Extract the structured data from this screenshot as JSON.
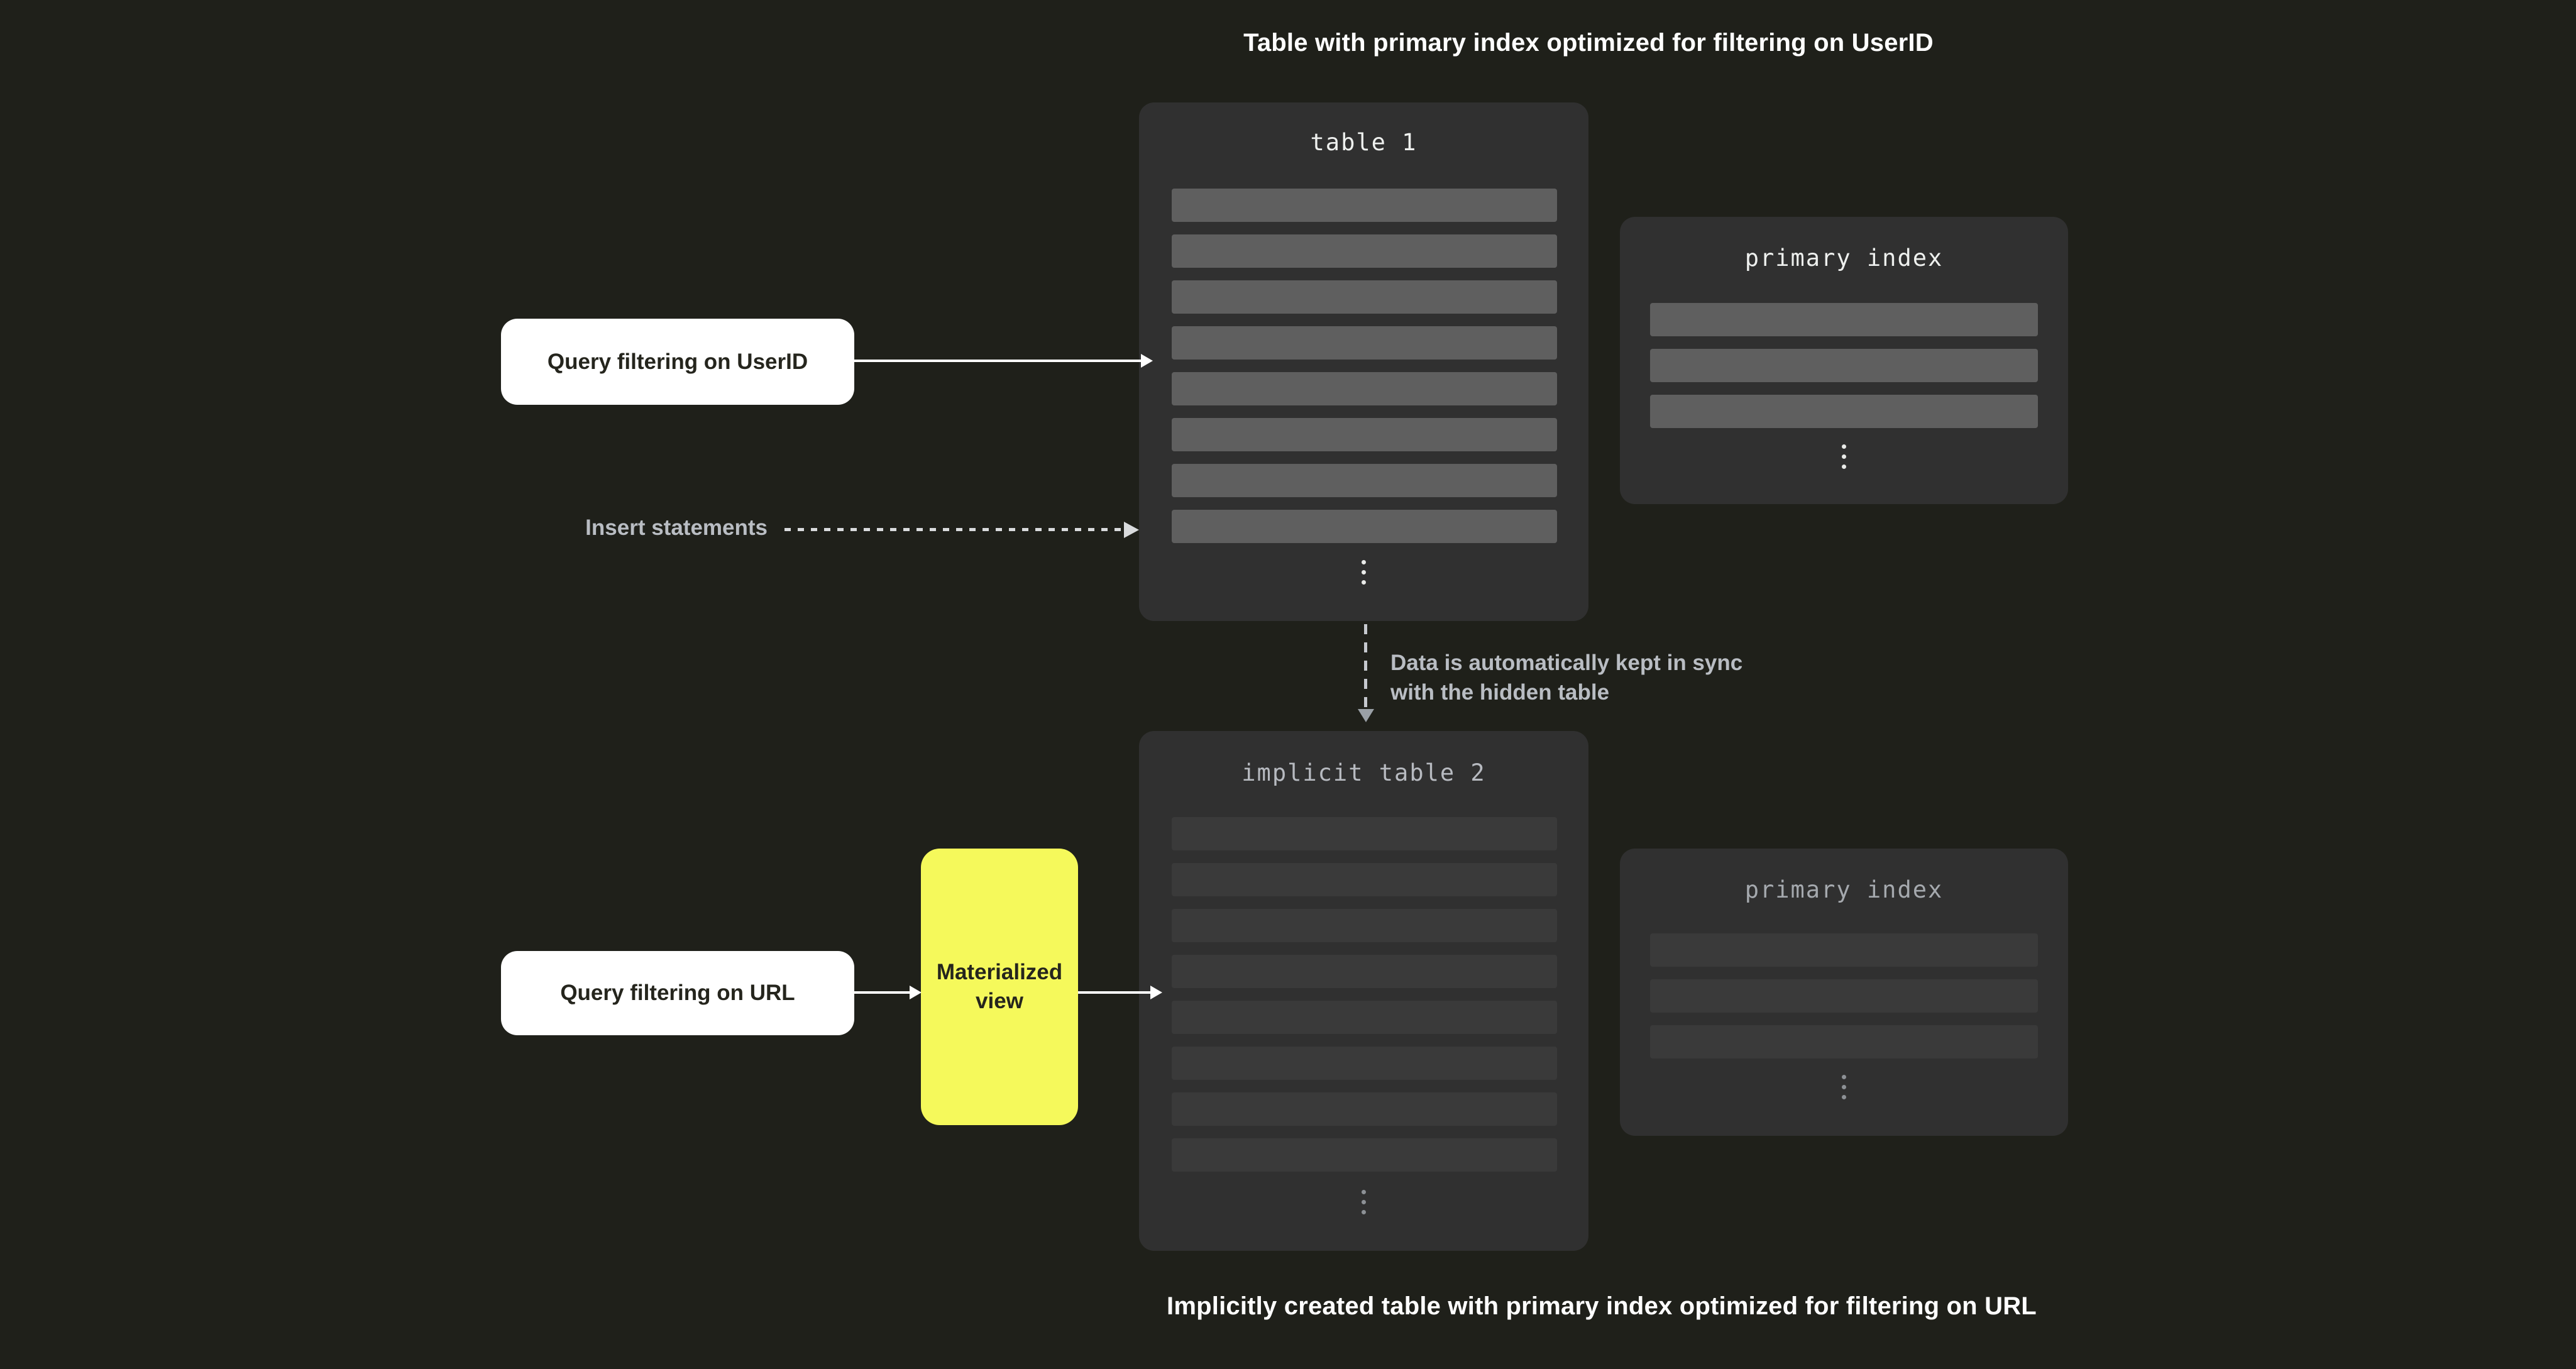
{
  "colors": {
    "bg": "#1f201a",
    "panel": "#303030",
    "row-bright": "#5f5f5f",
    "row-dim": "#3a3a3a",
    "accent": "#f5f95b",
    "text-dark": "#25251d",
    "label-gray": "#b9bdc3",
    "mono-bright": "#eef0ee",
    "mono-dim1": "#b7bac0",
    "mono-dim2": "#a5a9ae",
    "ellipsis-bright": "#e9eae8",
    "ellipsis-dim": "#8c9095",
    "dash-gray": "#d9dbdd",
    "dash-gray2": "#c6c9ce",
    "arrowhead-gray": "#9aa0a6"
  },
  "captions": {
    "top": "Table with primary index optimized for filtering on UserID",
    "bottom": "Implicitly created table with primary index optimized for filtering on URL"
  },
  "table1": {
    "title": "table 1",
    "row_count": 8
  },
  "index1": {
    "title": "primary index",
    "row_count": 3
  },
  "table2": {
    "title": "implicit table 2",
    "row_count": 8
  },
  "index2": {
    "title": "primary index",
    "row_count": 3
  },
  "nodes": {
    "query_userid": "Query filtering on UserID",
    "query_url": "Query filtering on URL",
    "materialized_view": "Materialized view"
  },
  "labels": {
    "insert": "Insert statements",
    "sync_line1": "Data is automatically kept in sync",
    "sync_line2": "with the hidden table"
  }
}
